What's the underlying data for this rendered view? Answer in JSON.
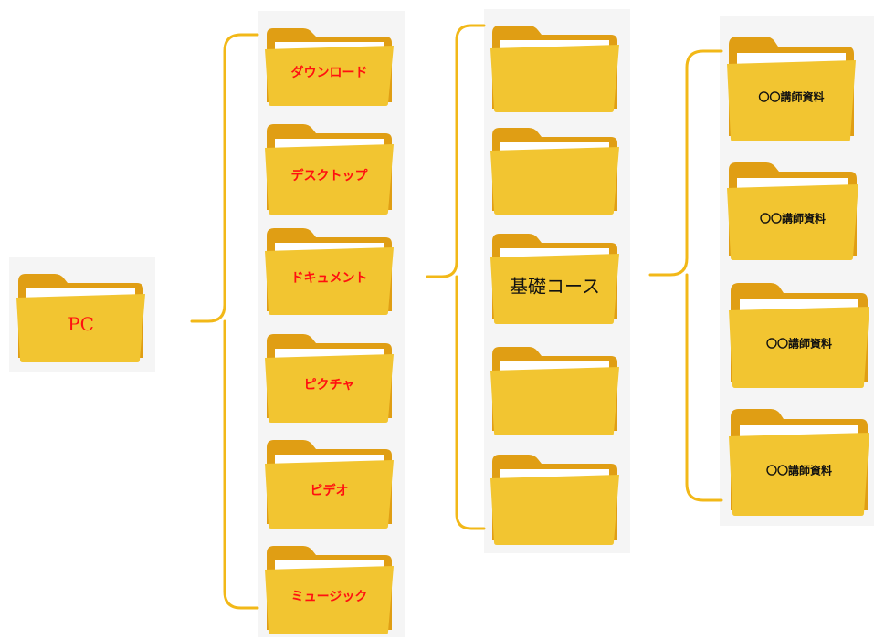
{
  "root": {
    "label": "PC"
  },
  "level1": [
    {
      "label": "ダウンロード"
    },
    {
      "label": "デスクトップ"
    },
    {
      "label": "ドキュメント"
    },
    {
      "label": "ピクチャ"
    },
    {
      "label": "ビデオ"
    },
    {
      "label": "ミュージック"
    }
  ],
  "level2": [
    {
      "label": ""
    },
    {
      "label": ""
    },
    {
      "label": "基礎コース"
    },
    {
      "label": ""
    },
    {
      "label": ""
    }
  ],
  "level3": [
    {
      "label": "〇〇講師資料"
    },
    {
      "label": "〇〇講師資料"
    },
    {
      "label": "〇〇講師資料"
    },
    {
      "label": "〇〇講師資料"
    }
  ],
  "colors": {
    "folder_front": "#f2c531",
    "folder_back": "#e09e14",
    "paper": "#ffffff",
    "bracket": "#f2b818",
    "label_red": "#ff1010"
  }
}
